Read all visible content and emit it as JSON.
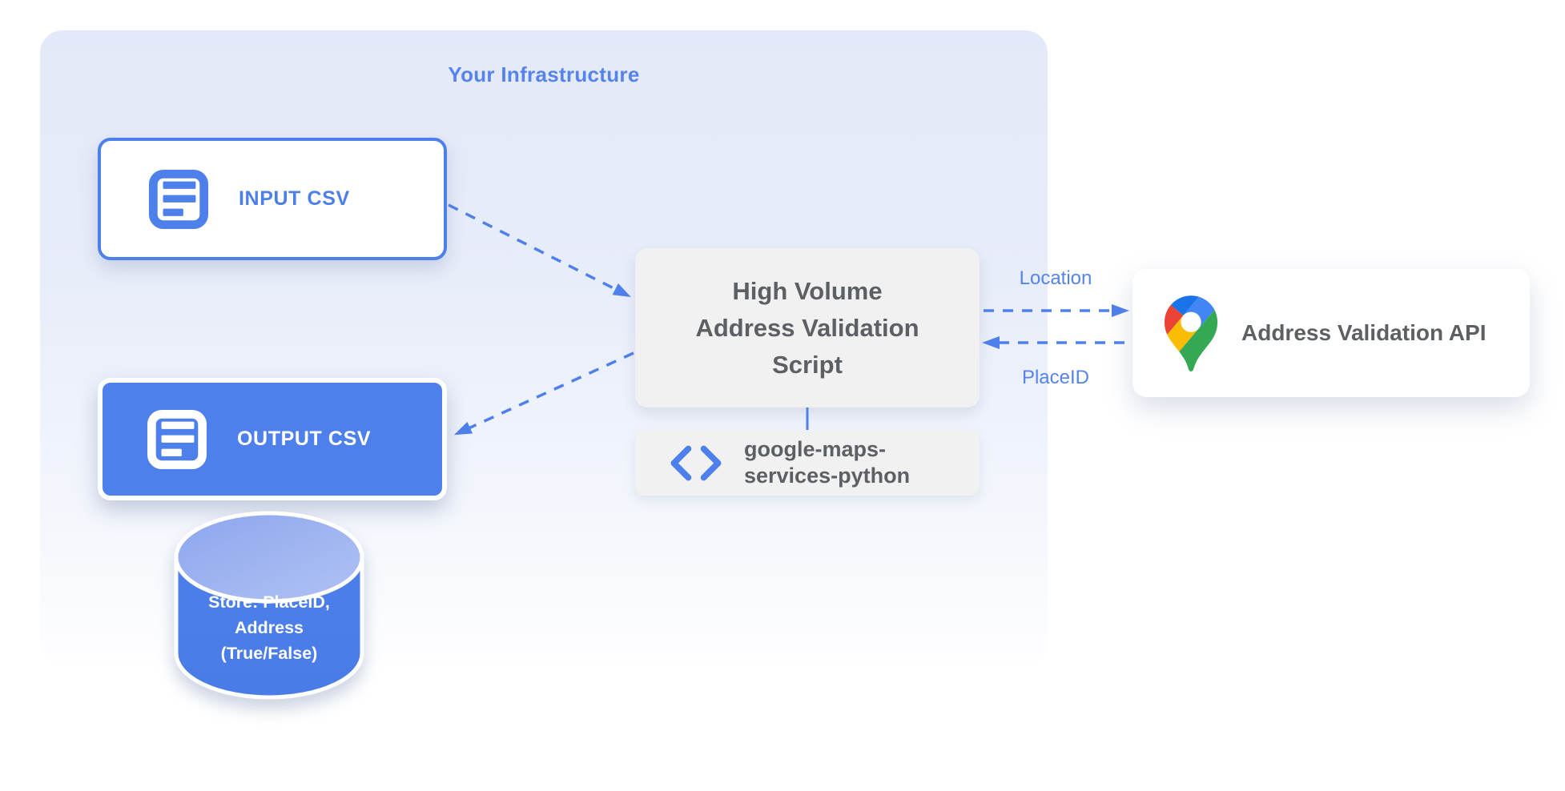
{
  "infrastructure": {
    "title": "Your Infrastructure"
  },
  "nodes": {
    "input_csv": {
      "label": "INPUT CSV",
      "icon": "document-icon"
    },
    "output_csv": {
      "label": "OUTPUT CSV",
      "icon": "document-icon"
    },
    "script": {
      "lines": [
        "High Volume",
        "Address Validation",
        "Script"
      ]
    },
    "library": {
      "lines": [
        "google-maps-",
        "services-python"
      ],
      "icon": "code-icon"
    },
    "api": {
      "label": "Address Validation API",
      "icon": "google-maps-pin-icon"
    },
    "datastore": {
      "lines": [
        "Store: PlaceID,",
        "Address",
        "(True/False)"
      ]
    }
  },
  "edges": {
    "location_label": "Location",
    "placeid_label": "PlaceID"
  },
  "colors": {
    "accent_blue": "#4E80EC",
    "label_blue": "#5583EB",
    "box_gray": "#F1F1F2",
    "text_gray": "#5C5F63",
    "container_blue": "#E4EAF8",
    "cylinder_top_blue": "#9AB1F0",
    "pin_red": "#EA4335",
    "pin_blue": "#4285F4",
    "pin_dark_blue": "#1A73E8",
    "pin_yellow": "#FBBC04",
    "pin_green": "#34A853"
  }
}
